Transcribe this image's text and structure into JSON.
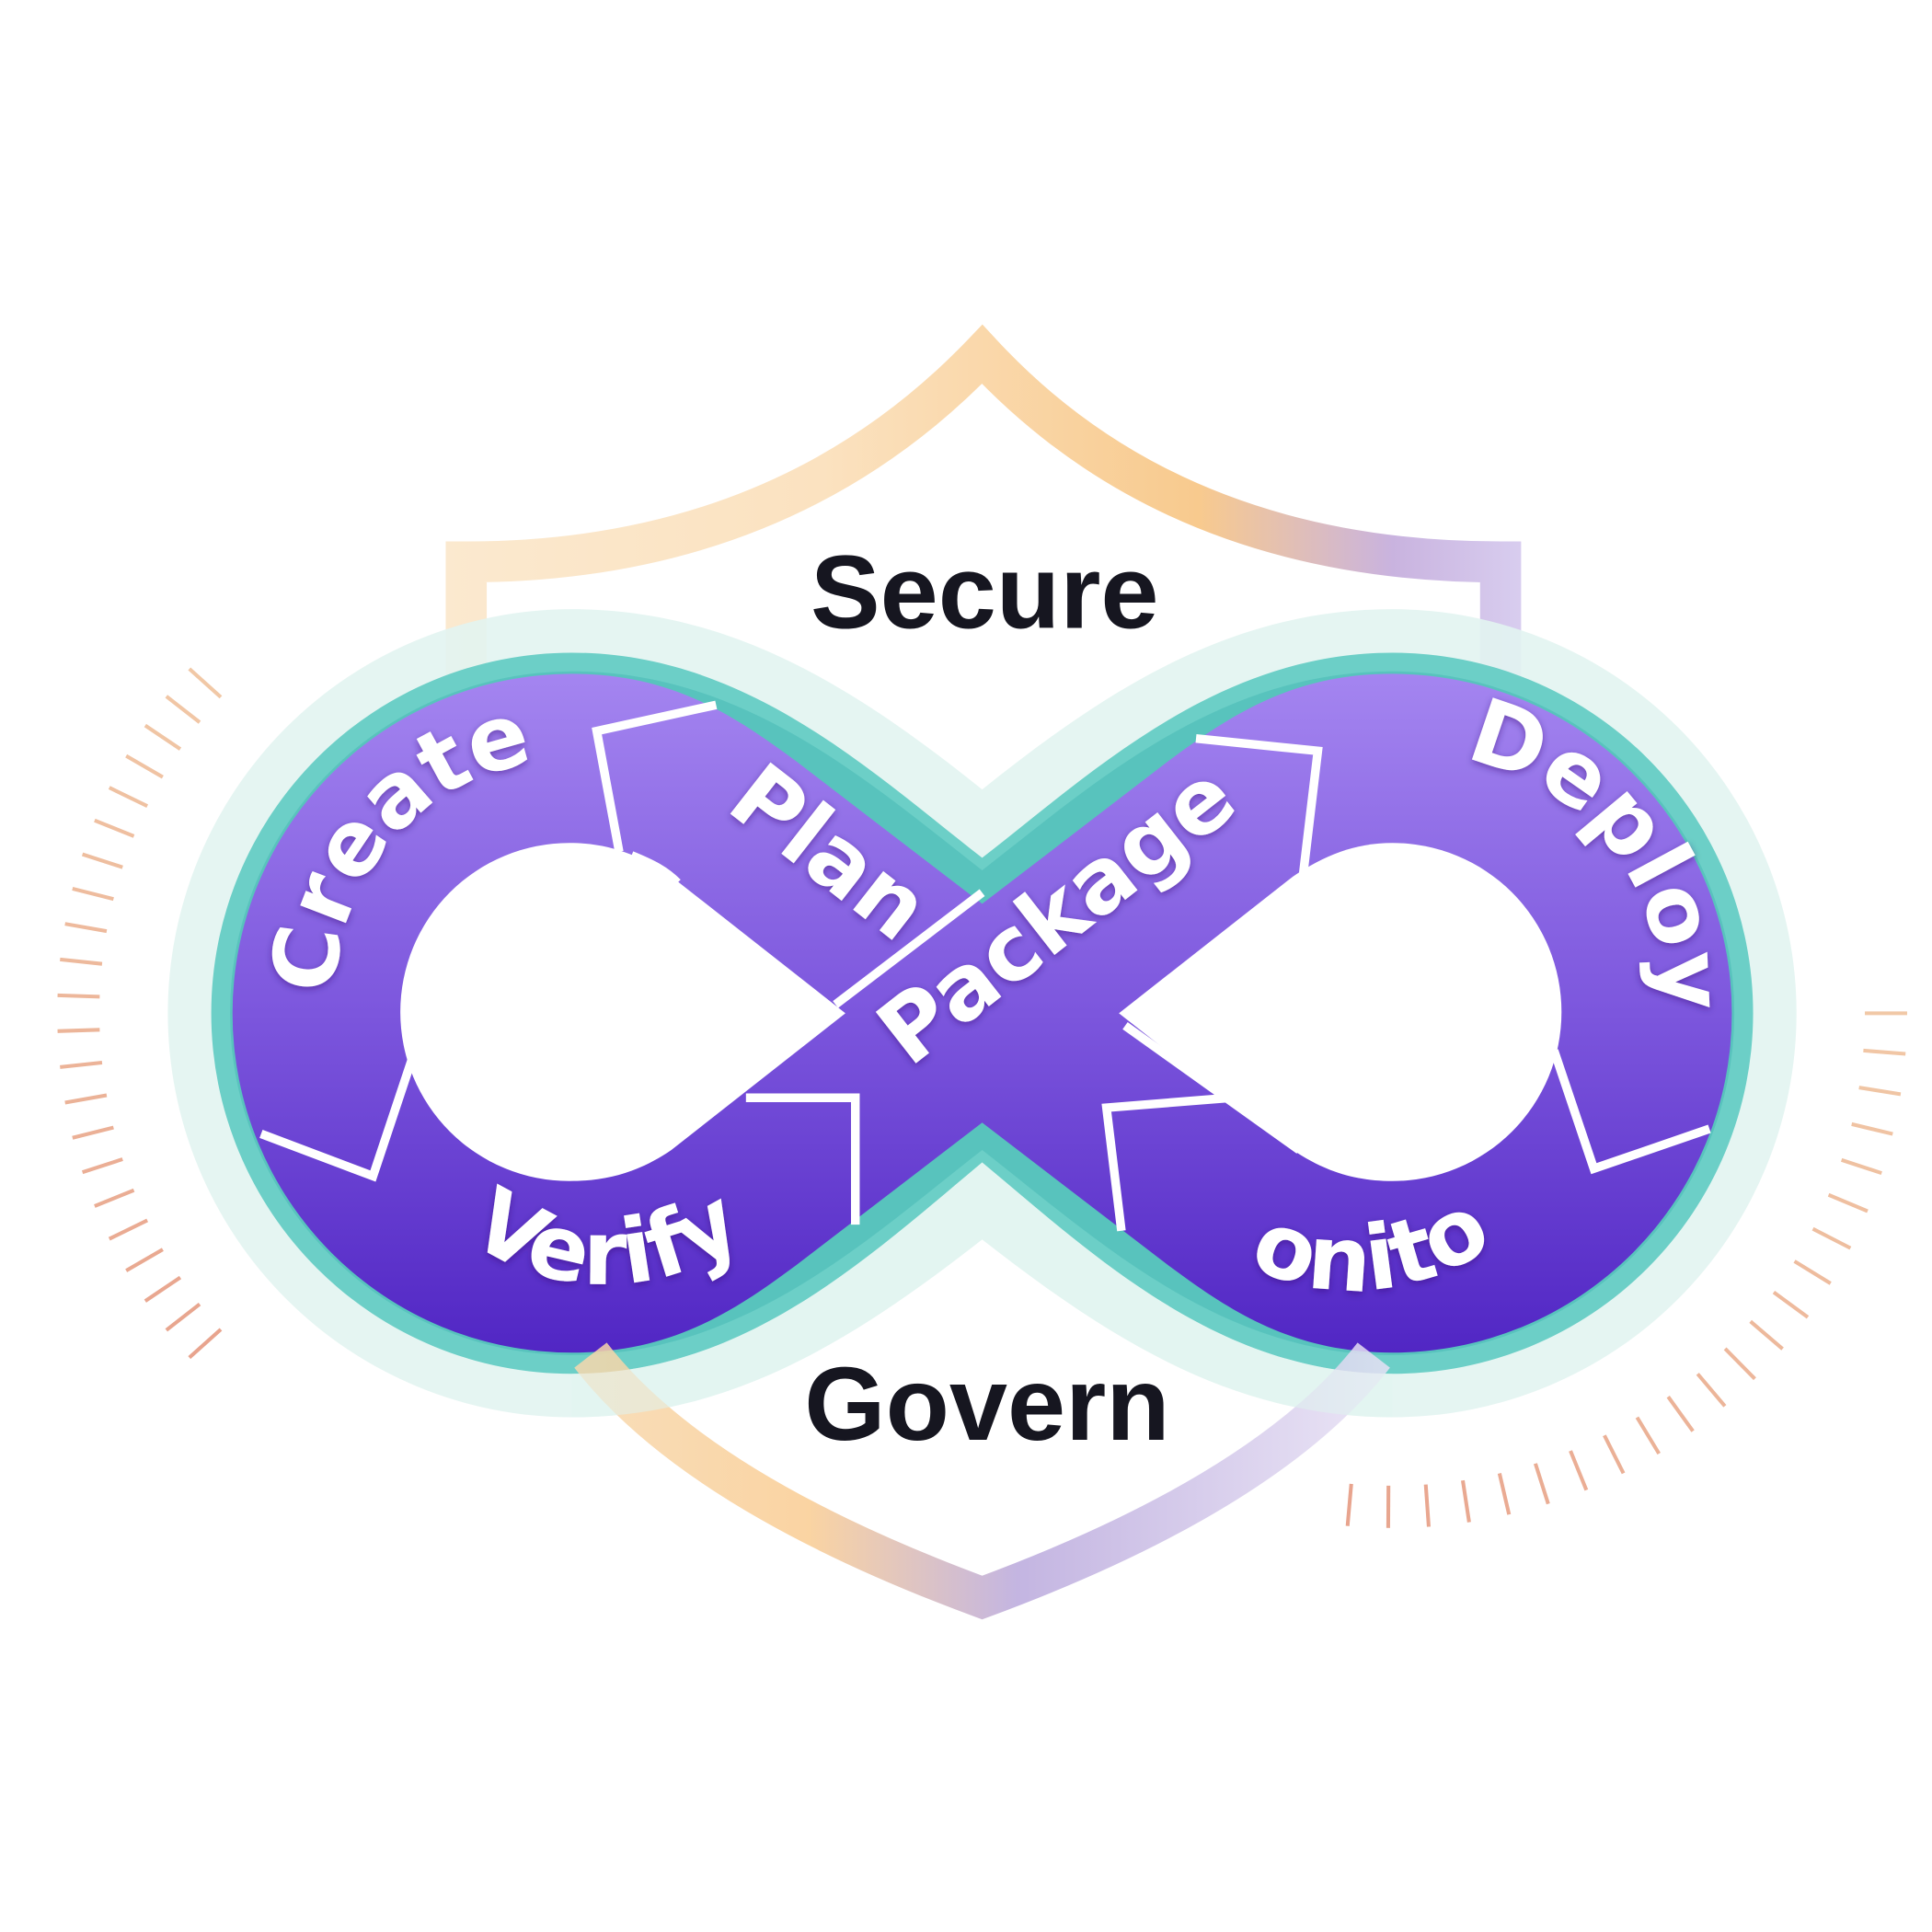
{
  "labels": {
    "secure": "Secure",
    "govern": "Govern"
  },
  "stages": {
    "plan": "Plan",
    "create": "Create",
    "verify": "Verify",
    "package": "Package",
    "deploy": "Deploy",
    "monitor": "Monitor"
  },
  "colors": {
    "loop_top": "#a07ef0",
    "loop_bottom": "#5526c6",
    "teal": "#4cc2bb",
    "teal_light": "#dff3f1",
    "shield_orange": "#f7c98b",
    "shield_purple": "#b9a6dd",
    "tick_orange": "#f1c8a6",
    "tick_pink": "#e8a48e",
    "text_dark": "#161620",
    "stage_text": "#ffffff"
  }
}
